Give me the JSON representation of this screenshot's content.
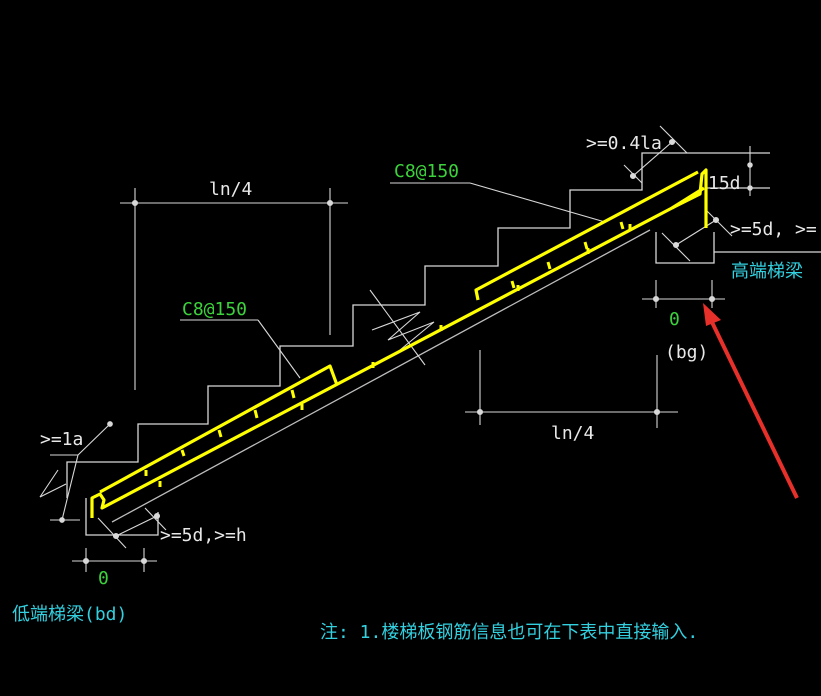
{
  "labels": {
    "ln4_top": "ln/4",
    "ln4_bottom": "ln/4",
    "rebar_upper": "C8@150",
    "rebar_lower": "C8@150",
    "anchor_04la": ">=0.4la",
    "hook_15d": "15d",
    "high_5d": ">=5d, >=",
    "high_beam": "高端梯梁",
    "high_zero": "0",
    "high_bg": "(bg)",
    "low_1a": ">=1a",
    "low_5d": ">=5d,>=h",
    "low_zero": "0",
    "low_beam": "低端梯梁(bd)",
    "note": "注: 1.楼梯板钢筋信息也可在下表中直接输入."
  },
  "colors": {
    "background": "#000000",
    "structure_line": "#d8d8d8",
    "rebar": "#ffff00",
    "green_text": "#3cd23c",
    "cyan_text": "#33d0e0",
    "arrow": "#e8302a"
  }
}
